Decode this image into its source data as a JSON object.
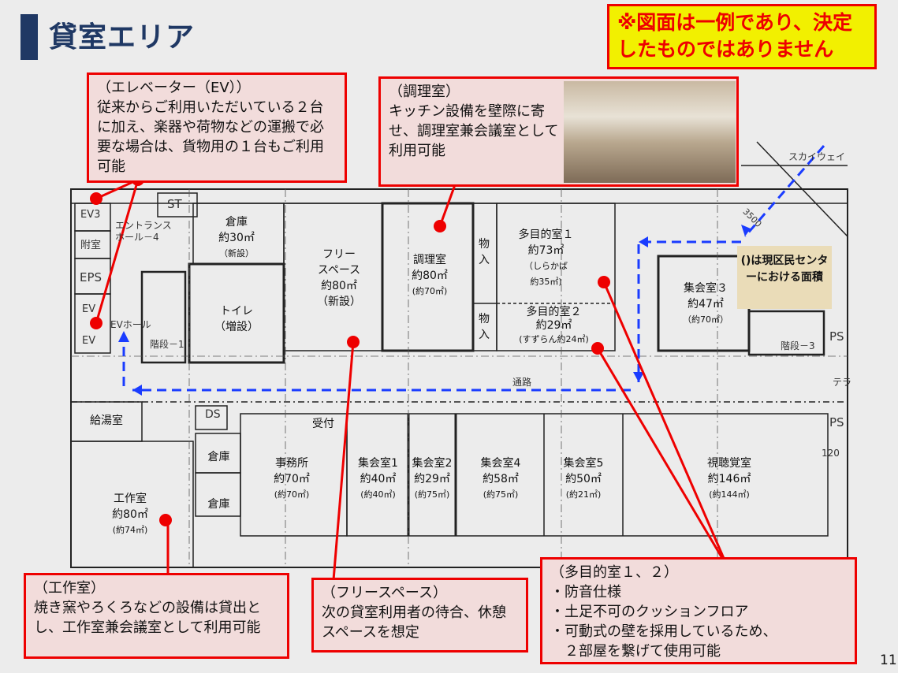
{
  "title": "貸室エリア",
  "warning": "※図面は一例であり、決定したものではありません",
  "note": "()は現区民センターにおける面積",
  "page_number": "11",
  "callouts": {
    "ev": {
      "heading": "（エレベーター（EV））",
      "body": "従来からご利用いただいている２台に加え、楽器や荷物などの運搬で必要な場合は、貨物用の１台もご利用可能"
    },
    "kitchen": {
      "heading": "（調理室）",
      "body": "キッチン設備を壁際に寄せ、調理室兼会議室として利用可能"
    },
    "workshop": {
      "heading": "（工作室）",
      "body": "焼き窯やろくろなどの設備は貸出とし、工作室兼会議室として利用可能"
    },
    "free": {
      "heading": "（フリースペース）",
      "body": "次の貸室利用者の待合、休憩スペースを想定"
    },
    "multi": {
      "heading": "（多目的室１、２）",
      "items": [
        "・防音仕様",
        "・土足不可のクッションフロア",
        "・可動式の壁を採用しているため、",
        "　２部屋を繋げて使用可能"
      ]
    }
  },
  "rooms": {
    "storage1": {
      "name": "倉庫",
      "area": "約30㎡",
      "sub": "（新設）"
    },
    "toilet": {
      "name": "トイレ",
      "sub": "（増設）"
    },
    "free": {
      "name": "フリー",
      "name2": "スペース",
      "area": "約80㎡",
      "sub": "（新設）"
    },
    "kitchen": {
      "name": "調理室",
      "area": "約80㎡",
      "sub": "(約70㎡)"
    },
    "multi1": {
      "name": "多目的室１",
      "area": "約73㎡",
      "sub": "（しらかば",
      "sub2": "約35㎡)"
    },
    "multi2": {
      "name": "多目的室２",
      "area": "約29㎡",
      "sub": "(すずらん約24㎡)"
    },
    "hall3": {
      "name": "集会室３",
      "area": "約47㎡",
      "sub": "（約70㎡）"
    },
    "kyuto": {
      "name": "給湯室"
    },
    "kosaku": {
      "name": "工作室",
      "area": "約80㎡",
      "sub": "(約74㎡)"
    },
    "storage2": {
      "name": "倉庫"
    },
    "storage3": {
      "name": "倉庫"
    },
    "office": {
      "name": "事務所",
      "area": "約70㎡",
      "sub": "(約70㎡)"
    },
    "reception": {
      "name": "受付"
    },
    "hall1": {
      "name": "集会室1",
      "area": "約40㎡",
      "sub": "(約40㎡)"
    },
    "hall2": {
      "name": "集会室2",
      "area": "約29㎡",
      "sub": "(約75㎡)"
    },
    "hall4": {
      "name": "集会室4",
      "area": "約58㎡",
      "sub": "(約75㎡)"
    },
    "hall5": {
      "name": "集会室5",
      "area": "約50㎡",
      "sub": "(約21㎡)"
    },
    "av": {
      "name": "視聴覚室",
      "area": "約146㎡",
      "sub": "(約144㎡)"
    }
  },
  "labels": {
    "ev3": "EV3",
    "fushitsu": "附室",
    "eps": "EPS",
    "ev1": "EV",
    "ev2": "EV",
    "st": "ST",
    "entrance": "エントランス",
    "entrance2": "ホール－4",
    "evhall": "EVホール",
    "stair1": "階段－1",
    "stair3": "階段－3",
    "ps1": "PS",
    "ps2": "PS",
    "ds": "DS",
    "corridor": "通路",
    "monoire": "物入",
    "skyway": "スカイウェイ",
    "dim": "3500",
    "terrace": "テラ",
    "dim2": "120"
  },
  "colors": {
    "accent": "#1f3864",
    "callout_border": "#e00000",
    "route": "#1a3cff"
  }
}
